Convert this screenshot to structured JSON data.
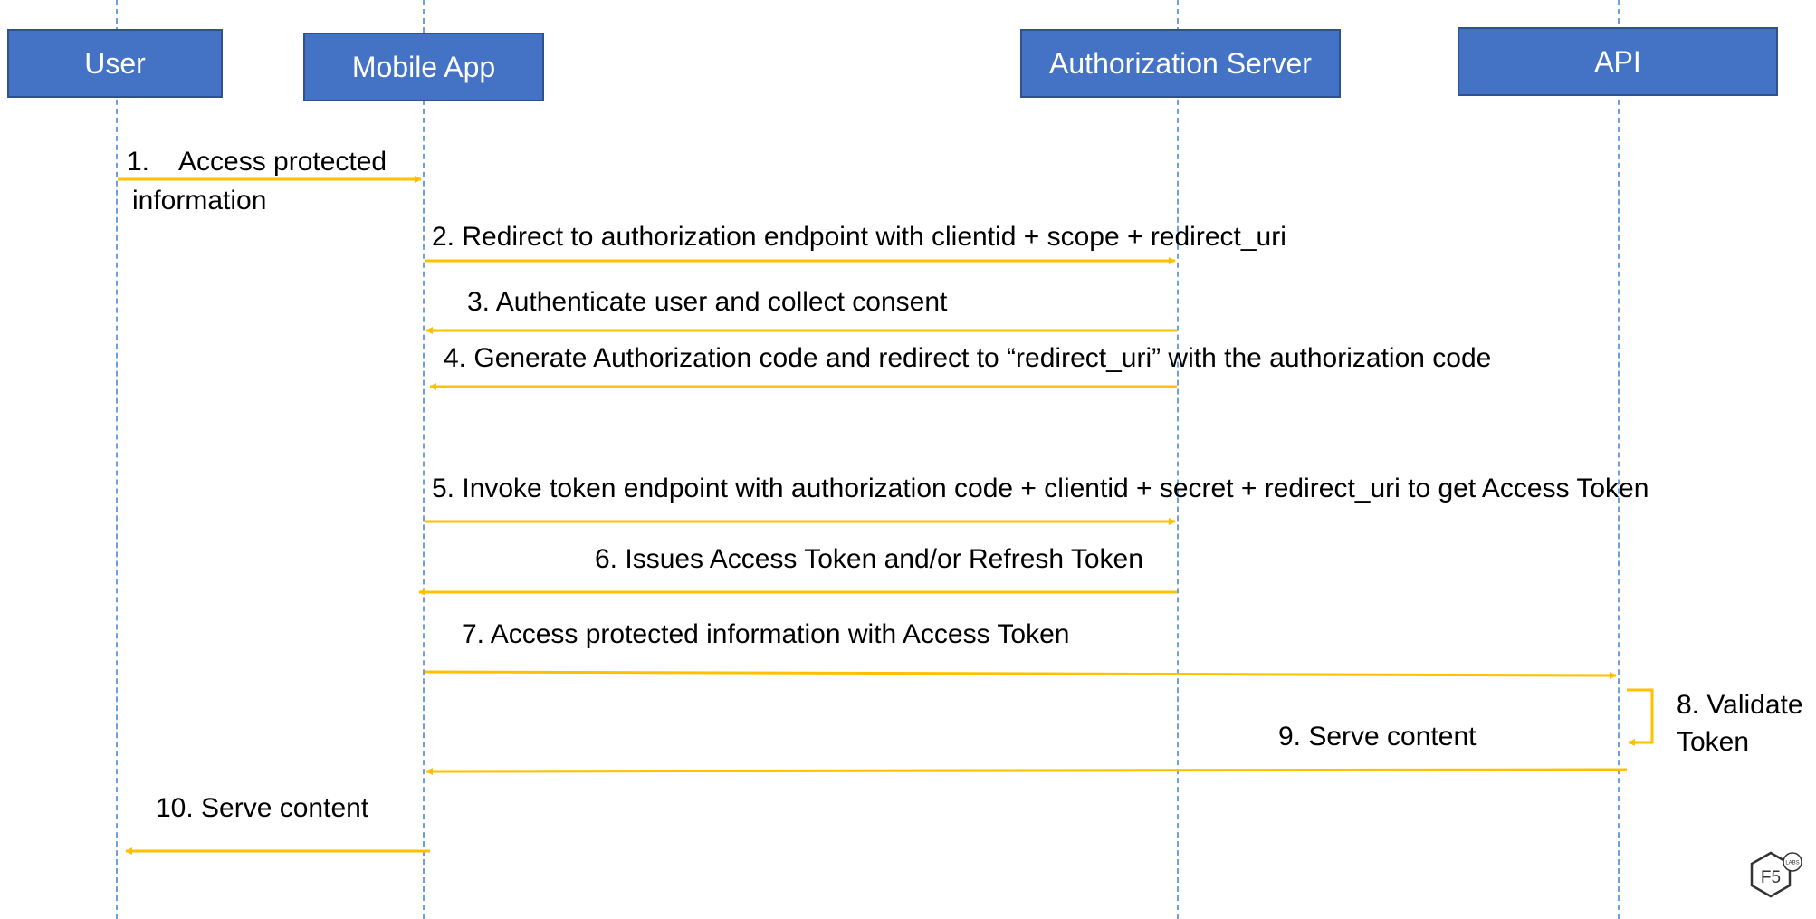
{
  "actors": {
    "user": "User",
    "mobile_app": "Mobile App",
    "auth_server": "Authorization Server",
    "api": "API"
  },
  "messages": {
    "m1_num": "1.",
    "m1_line1": "Access protected",
    "m1_line2": "information",
    "m2": "2. Redirect to authorization endpoint  with clientid  + scope + redirect_uri",
    "m3": "3. Authenticate user and collect consent",
    "m4": "4. Generate Authorization code and redirect to “redirect_uri” with the authorization  code",
    "m5": "5. Invoke token endpoint with authorization code + clientid + secret + redirect_uri  to get Access Token",
    "m6": "6. Issues Access Token and/or Refresh Token",
    "m7": "7. Access protected information with Access Token",
    "m8_line1": "8. Validate",
    "m8_line2": "Token",
    "m9": "9. Serve content",
    "m10": "10. Serve content"
  },
  "logo": {
    "text": "F5",
    "sub": "LABS"
  },
  "colors": {
    "actor_fill": "#4472C4",
    "actor_border": "#2F528F",
    "arrow": "#FFC000",
    "lifeline": "#6FA0DB"
  }
}
